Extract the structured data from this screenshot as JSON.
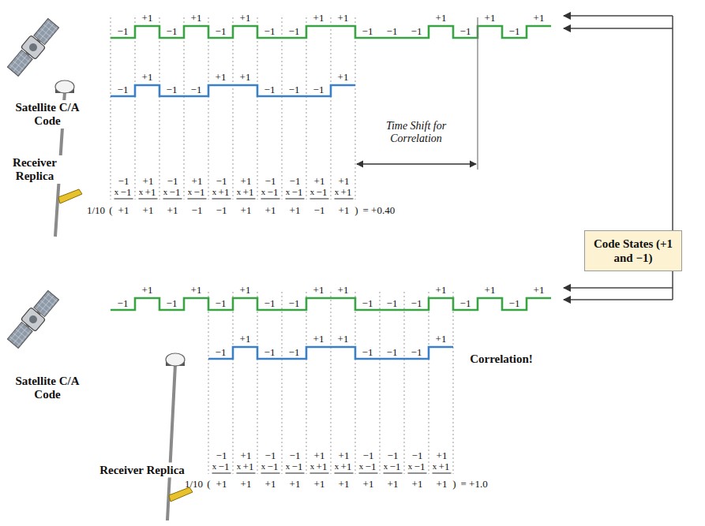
{
  "diagram": {
    "nodes": [
      {
        "text": [
          "Code States (+1 and −1)"
        ]
      }
    ],
    "labels": [
      "Satellite C/A Code",
      "Receiver Replica",
      "−1",
      "+1",
      "−1",
      "+1",
      "−1",
      "+1",
      "−1",
      "−1",
      "+1",
      "+1",
      "−1",
      "−1",
      "−1",
      "+1",
      "−1",
      "+1",
      "−1",
      "+1",
      "−1",
      "+1",
      "−1",
      "−1",
      "+1",
      "+1",
      "−1",
      "−1",
      "−1",
      "+1",
      "Time Shift for Correlation",
      "−1",
      "+1",
      "−1",
      "+1",
      "−1",
      "+1",
      "−1",
      "−1",
      "+1",
      "+1",
      "x",
      "x",
      "x",
      "x",
      "x",
      "x",
      "x",
      "x",
      "x",
      "x",
      "−1",
      "+1",
      "−1",
      "−1",
      "+1",
      "+1",
      "−1",
      "−1",
      "−1",
      "+1",
      "1/10",
      "(",
      "+1",
      "+1",
      "+1",
      "−1",
      "−1",
      "+1",
      "+1",
      "+1",
      "−1",
      "+1",
      ")",
      "= +0.40",
      "Satellite C/A Code",
      "Receiver Replica",
      "−1",
      "+1",
      "−1",
      "+1",
      "−1",
      "+1",
      "−1",
      "−1",
      "+1",
      "+1",
      "−1",
      "−1",
      "−1",
      "+1",
      "−1",
      "+1",
      "−1",
      "+1",
      "−1",
      "+1",
      "−1",
      "−1",
      "+1",
      "+1",
      "−1",
      "−1",
      "−1",
      "+1",
      "Correlation!",
      "−1",
      "+1",
      "−1",
      "−1",
      "+1",
      "+1",
      "−1",
      "−1",
      "−1",
      "+1",
      "x",
      "x",
      "x",
      "x",
      "x",
      "x",
      "x",
      "x",
      "x",
      "x",
      "−1",
      "+1",
      "−1",
      "−1",
      "+1",
      "+1",
      "−1",
      "−1",
      "−1",
      "+1",
      "1/10",
      "(",
      "+1",
      "+1",
      "+1",
      "+1",
      "+1",
      "+1",
      "+1",
      "+1",
      "+1",
      "+1",
      ")",
      "= +1.0"
    ]
  }
}
